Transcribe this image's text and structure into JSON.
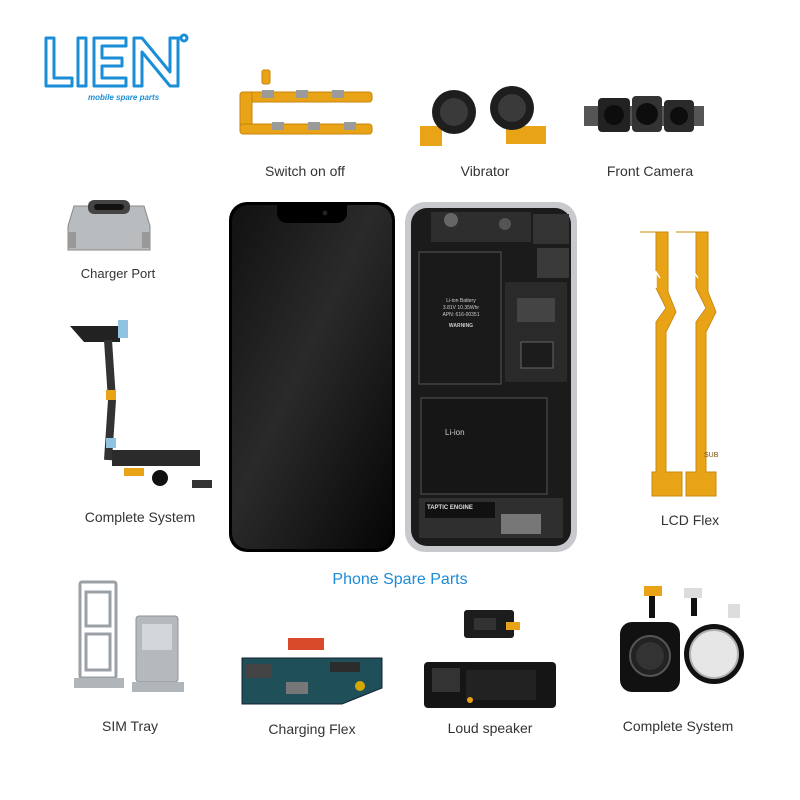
{
  "brand": {
    "logo_letters": "LIEN",
    "tagline": "mobile spare parts",
    "color": "#1a8ed6"
  },
  "center_title": "Phone Spare Parts",
  "parts": {
    "switch": "Switch on off",
    "vibrator": "Vibrator",
    "front_camera": "Front Camera",
    "charger_port": "Charger Port",
    "complete_system_left": "Complete System",
    "lcd_flex": "LCD Flex",
    "sim_tray": "SIM Tray",
    "charging_flex": "Charging Flex",
    "loud_speaker": "Loud speaker",
    "complete_system_right": "Complete System"
  },
  "battery_label": {
    "line1": "Li-ion Battery",
    "line2": "3.81V 10.35Whr",
    "line3": "APN: 616-00351",
    "warning": "WARNING",
    "recycle": "Li-ion",
    "taptic": "TAPTIC ENGINE"
  },
  "flex_print": {
    "sub": "SUB"
  }
}
